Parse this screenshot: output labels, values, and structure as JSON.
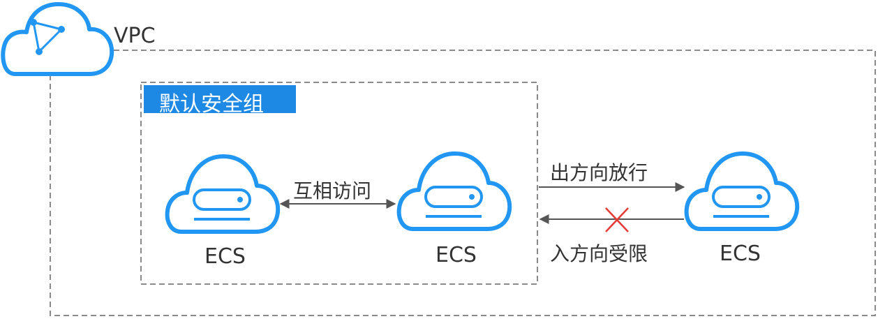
{
  "vpc": {
    "label": "VPC"
  },
  "security_group": {
    "label": "默认安全组"
  },
  "instances": [
    {
      "label": "ECS"
    },
    {
      "label": "ECS"
    },
    {
      "label": "ECS"
    }
  ],
  "edges": {
    "mutual_access": "互相访问",
    "outbound_allowed": "出方向放行",
    "inbound_restricted": "入方向受限"
  },
  "colors": {
    "accent": "#1e88e5",
    "cloud_outline": "#2196f3",
    "dashed_border": "#8a8a8a",
    "arrow": "#555555",
    "blocked_x": "#e53935"
  },
  "icons": {
    "vpc": "vpc-cloud-icon",
    "ecs": "ecs-cloud-server-icon",
    "blocked": "blocked-x-icon"
  }
}
